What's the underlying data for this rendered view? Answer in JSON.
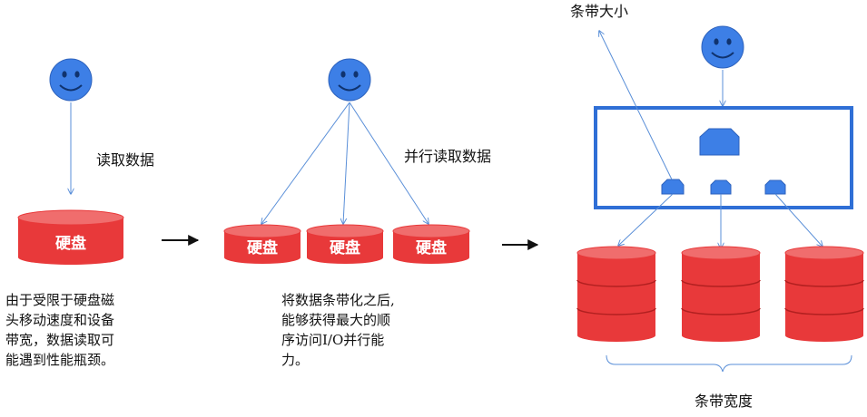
{
  "left": {
    "read_label": "读取数据",
    "disk_label": "硬盘",
    "description": [
      "由于受限于硬盘磁",
      "头移动速度和设备",
      "带宽，数据读取可",
      "能遇到性能瓶颈。"
    ]
  },
  "middle": {
    "read_label": "并行读取数据",
    "disk_labels": [
      "硬盘",
      "硬盘",
      "硬盘"
    ],
    "description": [
      "将数据条带化之后,",
      "能够获得最大的顺",
      "序访问I/O并行能",
      "力。"
    ]
  },
  "right": {
    "stripe_size_label": "条带大小",
    "stripe_width_label": "条带宽度"
  },
  "colors": {
    "disk_red": "#e8393a",
    "disk_top": "#f06d6d",
    "user_blue": "#3d7fe6",
    "arrow_blue": "#5a8fd8",
    "frame_blue": "#2f6fd6"
  }
}
